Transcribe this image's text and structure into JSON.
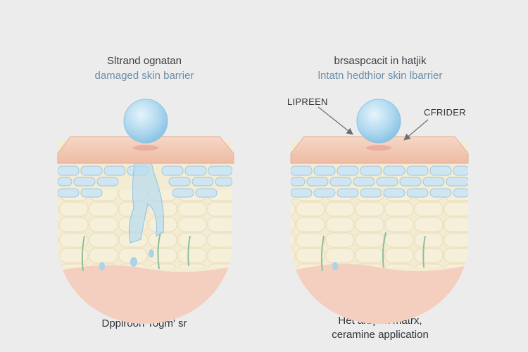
{
  "left_panel": {
    "title_line1": "Sltrand ognatan",
    "title_line2": "damaged skin barrier",
    "caption": "Dppiroon Togm' sr"
  },
  "right_panel": {
    "title_line1": "brsaspcacit in hatjik",
    "title_line2": "lntatn hedthior skin lbarrier",
    "label_left": "LIPREEN",
    "label_right": "CFRIDER",
    "caption_line1": "Het arbpnk matrx,",
    "caption_line2": "ceramine application"
  },
  "colors": {
    "background": "#ececec",
    "skin_surface": "#f2c9b4",
    "cell_blue": "#cfe6f2",
    "fat_layer": "#f3ecd2",
    "dermis_pink": "#f4cfc0",
    "droplet": "#a9d4ec",
    "leak_stream": "#b7dcef",
    "hair": "#8fbf9a"
  },
  "icons": [
    "water-droplet-icon",
    "hair-strand-icon",
    "arrow-icon"
  ]
}
